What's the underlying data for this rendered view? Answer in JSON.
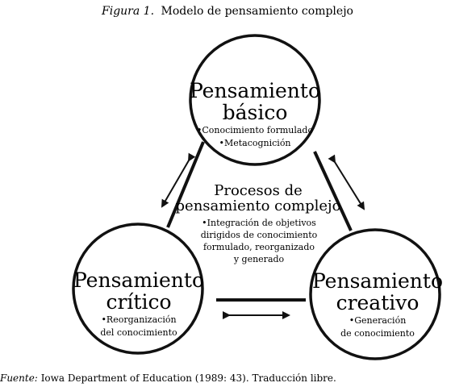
{
  "figure": {
    "label": "Figura 1.",
    "title": "Modelo de pensamiento complejo"
  },
  "nodes": {
    "basico": {
      "title_line1": "Pensamiento",
      "title_line2": "básico",
      "bullets": [
        "•Conocimiento formulado",
        "•Metacognición"
      ]
    },
    "critico": {
      "title_line1": "Pensamiento",
      "title_line2": "crítico",
      "bullets": [
        "•Reorganización",
        "del conocimiento"
      ]
    },
    "creativo": {
      "title_line1": "Pensamiento",
      "title_line2": "creativo",
      "bullets": [
        "•Generación",
        "de conocimiento"
      ]
    }
  },
  "center": {
    "title_line1": "Procesos de",
    "title_line2": "pensamiento complejo",
    "lines": [
      "•Integración de objetivos",
      "dirigidos de conocimiento",
      "formulado, reorganizado",
      "y generado"
    ]
  },
  "footer": {
    "source_label": "Fuente:",
    "source_text": " Iowa Department of Education (1989: 43). Traducción libre."
  },
  "colors": {
    "stroke": "#111111",
    "background": "#ffffff"
  }
}
